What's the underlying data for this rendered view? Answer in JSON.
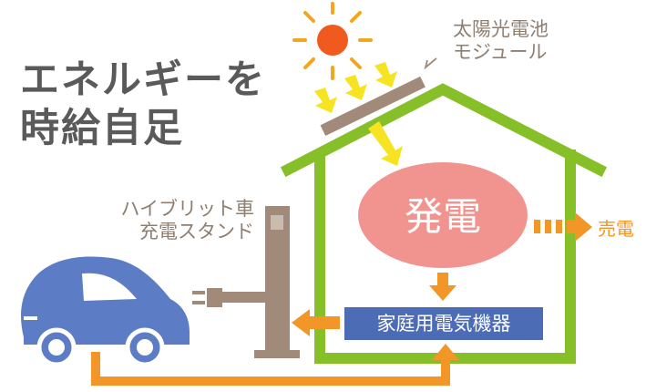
{
  "headline": {
    "line1": "エネルギーを",
    "line2": "時給自足"
  },
  "labels": {
    "solar_module_line1": "太陽光電池",
    "solar_module_line2": "モジュール",
    "charging_stand_line1": "ハイブリット車",
    "charging_stand_line2": "充電スタンド",
    "generation": "発電",
    "sell_power": "売電",
    "appliances": "家庭用電気機器"
  },
  "colors": {
    "house": "#86bf28",
    "sun": "#f05a1e",
    "sun_rays": "#f6a51e",
    "sunlight_arrows": "#f6e321",
    "panel": "#a18a79",
    "generation_ellipse": "#f1948f",
    "power_arrows": "#f29628",
    "appliance_box": "#4d6cb6",
    "car": "#5c7cc5",
    "charging_stand": "#a18a79",
    "headline_text": "#5a5a5a",
    "label_text": "#8f7f70"
  }
}
